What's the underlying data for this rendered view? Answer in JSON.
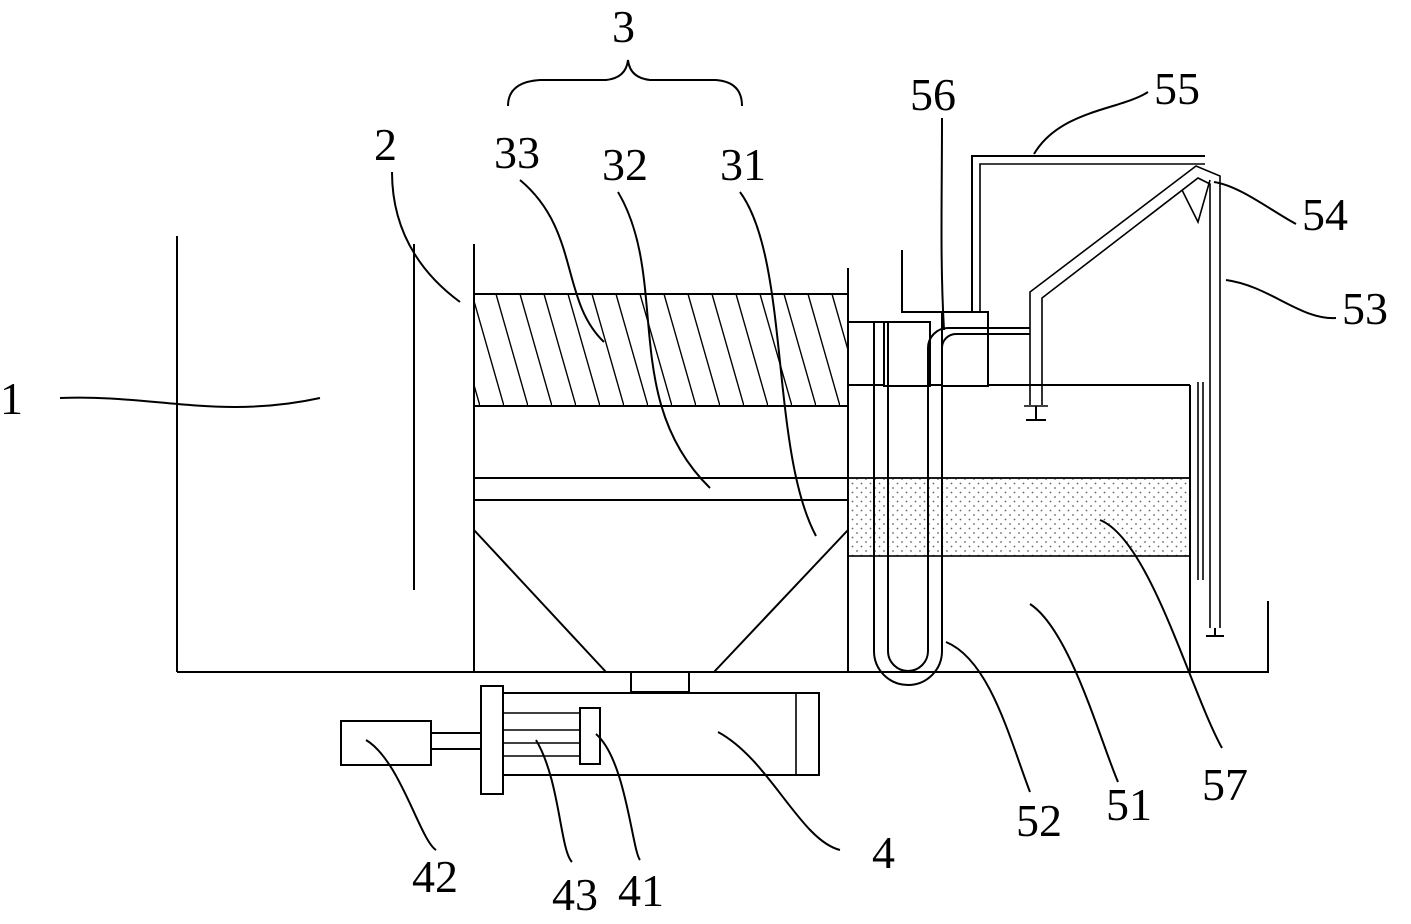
{
  "diagram": {
    "colors": {
      "line": "#000000",
      "background": "#ffffff",
      "stipple": "#666666"
    },
    "labels": {
      "l1": "1",
      "l2": "2",
      "l3": "3",
      "l31": "31",
      "l32": "32",
      "l33": "33",
      "l4": "4",
      "l41": "41",
      "l42": "42",
      "l43": "43",
      "l51": "51",
      "l52": "52",
      "l53": "53",
      "l54": "54",
      "l55": "55",
      "l56": "56",
      "l57": "57"
    }
  }
}
